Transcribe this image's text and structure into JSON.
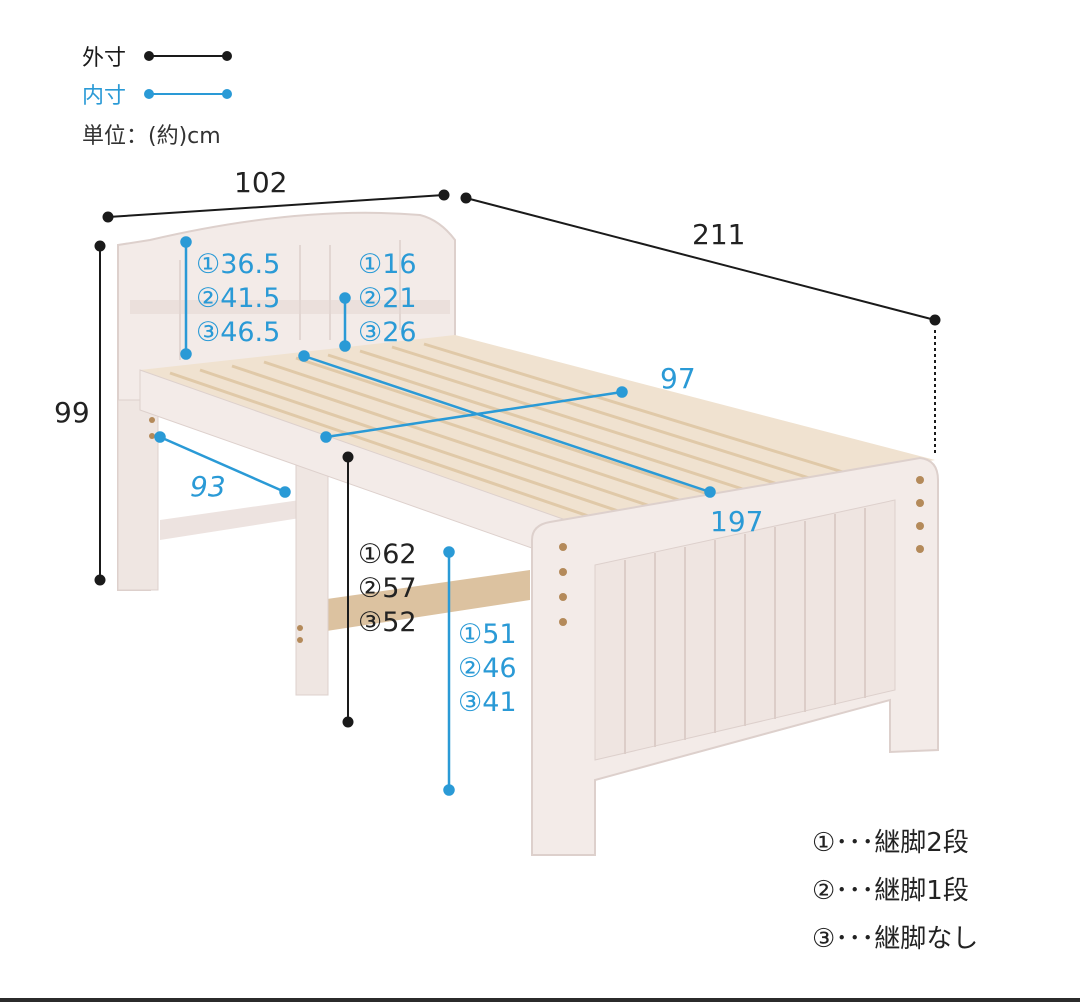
{
  "legend": {
    "outer": {
      "label": "外寸",
      "color": "#1a1a1a"
    },
    "inner": {
      "label": "内寸",
      "color": "#2a9ad6"
    },
    "unit": "単位：(約)cm"
  },
  "outer_dimensions": {
    "width": "102",
    "length": "211",
    "height": "99",
    "floor_to_frame_top": [
      "①62",
      "②57",
      "③52"
    ]
  },
  "inner_dimensions": {
    "headboard_height": [
      "①36.5",
      "②41.5",
      "③46.5"
    ],
    "headboard_shelf_gap": [
      "①16",
      "②21",
      "③26"
    ],
    "mattress_width": "97",
    "mattress_length": "197",
    "underbed_depth": "93",
    "underbed_clearance": [
      "①51",
      "②46",
      "③41"
    ]
  },
  "notes": [
    "①･･･継脚2段",
    "②･･･継脚1段",
    "③･･･継脚なし"
  ],
  "colors": {
    "wood_white": "#f3ebe8",
    "wood_shadow": "#ddd0cc",
    "slat": "#ecd9c0",
    "brace": "#dcc2a0",
    "accent_blue": "#2a9ad6",
    "line_black": "#1a1a1a"
  }
}
